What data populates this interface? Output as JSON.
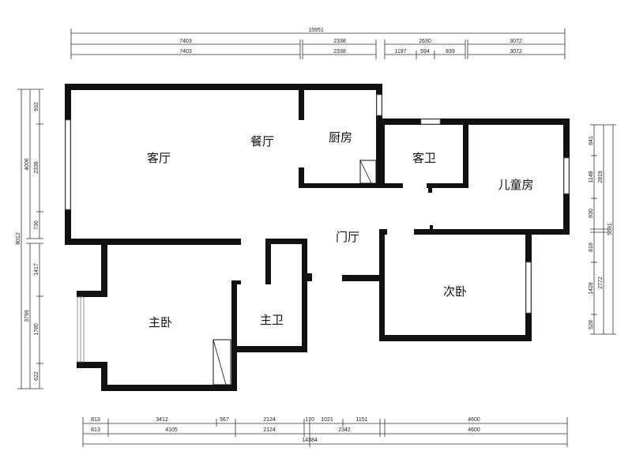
{
  "rooms": {
    "living": "客厅",
    "dining": "餐厅",
    "kitchen": "厨房",
    "guest_bath": "客卫",
    "kids_room": "儿童房",
    "foyer": "门厅",
    "master_bedroom": "主卧",
    "master_bath": "主卫",
    "second_bedroom": "次卧"
  },
  "dims_top": {
    "total": "15951",
    "row1": [
      "7403",
      "2338",
      "2630",
      "3072"
    ],
    "row2": [
      "7403",
      "2338",
      "1197",
      "594",
      "839",
      "3072"
    ]
  },
  "dims_bottom": {
    "row1": [
      "813",
      "3412",
      "567",
      "2124",
      "170",
      "1021",
      "1151",
      "4600"
    ],
    "row2": [
      "813",
      "4105",
      "2124",
      "2342",
      "4600"
    ],
    "total": "14384"
  },
  "dims_left": {
    "total": "8012",
    "mid": [
      "4006",
      "3799"
    ],
    "inner": [
      "932",
      "2338",
      "736",
      "1417",
      "1780",
      "622"
    ]
  },
  "dims_right": {
    "inner": [
      "841",
      "1148",
      "830",
      "818",
      "1428",
      "528"
    ],
    "mid": [
      "2819",
      "2772"
    ],
    "total": "5691"
  }
}
